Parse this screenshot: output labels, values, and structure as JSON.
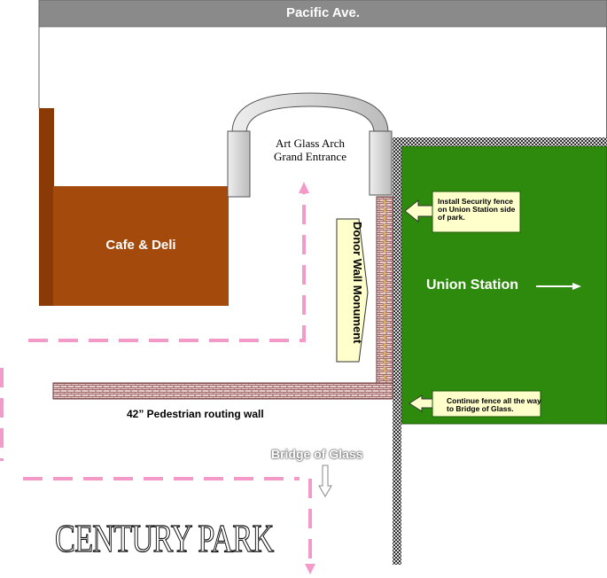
{
  "street": "Pacific Ave.",
  "cafe": "Cafe & Deli",
  "arch": [
    "Art Glass Arch",
    "Grand Entrance"
  ],
  "donor_wall": "Donor Wall Monument",
  "union_station": "Union Station",
  "callouts": [
    {
      "lines": [
        "Install Security fence",
        "on Union Station side",
        "of park."
      ]
    },
    {
      "lines": [
        "Continue fence all the way",
        "to Bridge of Glass."
      ]
    }
  ],
  "routing_wall": "42” Pedestrian routing wall",
  "bridge": "Bridge of Glass",
  "park": "CENTURY PARK",
  "colors": {
    "green": "#2e8a0c",
    "cafe": "#a34a0c",
    "path": "#f49ac8",
    "street": "#8a8a8a",
    "callout": "#ffffcc"
  }
}
